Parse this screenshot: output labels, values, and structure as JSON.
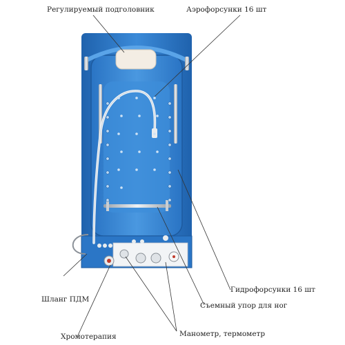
{
  "labels": {
    "headrest": "Регулируемый подголовник",
    "aero_nozzles": "Аэрофорсунки 16 шт",
    "hydro_nozzles": "Гидрофорсунки 16 шт",
    "foot_stop": "Съемный упор для ног",
    "hose": "Шланг ПДМ",
    "chromotherapy": "Хромотерапия",
    "gauges": "Манометр, термометр"
  },
  "colors": {
    "tub_blue": "#2f7fd0",
    "tub_dark": "#1f5fa8",
    "tub_light": "#6fb0ea",
    "steel": "#c9ced4",
    "text": "#222222",
    "leader": "#333333"
  },
  "icons": {
    "hose": "white-shower-hose",
    "headrest": "cushion-pad",
    "control": "round-knob"
  }
}
